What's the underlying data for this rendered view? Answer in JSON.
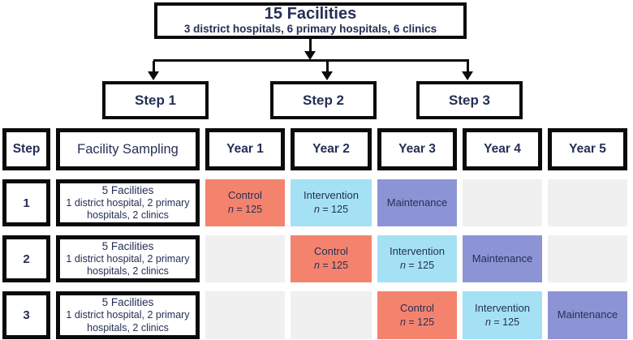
{
  "colors": {
    "control": "#f4836e",
    "intervention": "#a4e1f5",
    "maintenance": "#8d94d5",
    "empty": "#f0f0f0",
    "text_navy": "#252f55",
    "line": "#0b0b0b"
  },
  "flowchart": {
    "root_title": "15 Facilities",
    "root_subtitle": "3 district hospitals, 6 primary hospitals, 6 clinics",
    "steps": [
      "Step 1",
      "Step 2",
      "Step 3"
    ]
  },
  "table": {
    "columns": [
      "Step",
      "Facility Sampling",
      "Year 1",
      "Year 2",
      "Year 3",
      "Year 4",
      "Year 5"
    ],
    "rows": [
      {
        "step": "1",
        "facility_title": "5 Facilities",
        "facility_detail": "1 district hospital, 2 primary hospitals, 2 clinics",
        "years": [
          {
            "type": "control",
            "label": "Control",
            "n_prefix": "n",
            "n_rest": " = 125"
          },
          {
            "type": "intervention",
            "label": "Intervention",
            "n_prefix": "n",
            "n_rest": " = 125"
          },
          {
            "type": "maintenance",
            "label": "Maintenance"
          },
          {
            "type": "empty"
          },
          {
            "type": "empty"
          }
        ]
      },
      {
        "step": "2",
        "facility_title": "5 Facilities",
        "facility_detail": "1 district hospital, 2 primary hospitals, 2 clinics",
        "years": [
          {
            "type": "empty"
          },
          {
            "type": "control",
            "label": "Control",
            "n_prefix": "n",
            "n_rest": " = 125"
          },
          {
            "type": "intervention",
            "label": "Intervention",
            "n_prefix": "n",
            "n_rest": " = 125"
          },
          {
            "type": "maintenance",
            "label": "Maintenance"
          },
          {
            "type": "empty"
          }
        ]
      },
      {
        "step": "3",
        "facility_title": "5 Facilities",
        "facility_detail": "1 district hospital, 2 primary hospitals, 2 clinics",
        "years": [
          {
            "type": "empty"
          },
          {
            "type": "empty"
          },
          {
            "type": "control",
            "label": "Control",
            "n_prefix": "n",
            "n_rest": " = 125"
          },
          {
            "type": "intervention",
            "label": "Intervention",
            "n_prefix": "n",
            "n_rest": " = 125"
          },
          {
            "type": "maintenance",
            "label": "Maintenance"
          }
        ]
      }
    ]
  }
}
